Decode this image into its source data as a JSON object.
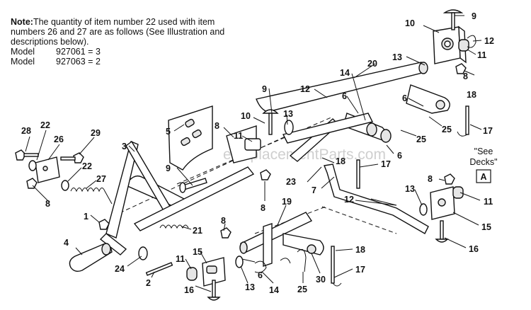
{
  "note": {
    "label": "Note:",
    "text": "The quantity of item number 22 used with item numbers 26 and 27 are as follows (See Illustration and descriptions below).",
    "models": [
      {
        "label": "Model",
        "value": "927061 = 3"
      },
      {
        "label": "Model",
        "value": "927063 = 2"
      }
    ]
  },
  "see_decks": {
    "line1": "\"See",
    "line2": "Decks\"",
    "box_letter": "A"
  },
  "watermark": "eReplacementParts.com",
  "callouts": [
    "1",
    "2",
    "3",
    "4",
    "5",
    "6",
    "7",
    "8",
    "9",
    "10",
    "11",
    "12",
    "13",
    "14",
    "15",
    "16",
    "17",
    "18",
    "19",
    "20",
    "21",
    "22",
    "23",
    "24",
    "25",
    "26",
    "27",
    "28",
    "29",
    "30"
  ]
}
